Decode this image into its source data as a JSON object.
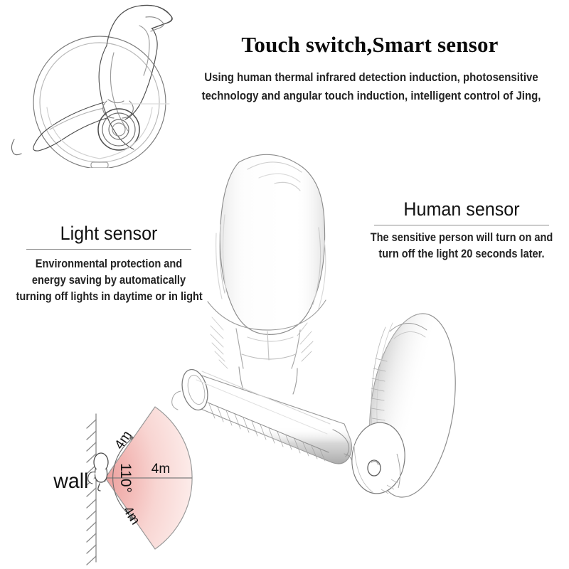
{
  "header": {
    "title": "Touch switch,Smart sensor",
    "description_lines": [
      "Using human thermal infrared detection induction, photosensitive",
      "technology and angular touch induction, intelligent control of Jing,"
    ]
  },
  "features": [
    {
      "id": "light-sensor",
      "title": "Light sensor",
      "body_lines": [
        "Environmental protection and",
        "energy saving by automatically",
        "turning off lights in daytime or in light"
      ]
    },
    {
      "id": "human-sensor",
      "title": "Human sensor",
      "body_lines": [
        "The sensitive person will turn on and",
        "turn off the light 20 seconds later."
      ]
    }
  ],
  "coverage_diagram": {
    "wall_label": "wall",
    "angle_label": "110°",
    "range_upper": "4m",
    "range_center": "4m",
    "range_lower": "4m"
  },
  "colors": {
    "cone_apex": "#f0aaa8",
    "cone_outer": "#fbe4e2",
    "cone_stroke": "#8a8a8a",
    "sketch_line": "#4a4a4a",
    "sketch_shade": "#c9c9c9",
    "rule": "#8d8d8d",
    "text": "#232323",
    "title": "#0a0a0a"
  },
  "illustrations": [
    {
      "id": "bird-lamp-top-view",
      "label": "bird lamp line drawing on round wall mount"
    },
    {
      "id": "bird-lamp-main-sketch",
      "label": "pencil sketch of bird night light on cylindrical base"
    },
    {
      "id": "wall-mount-disc-sketch",
      "label": "pencil sketch of oval wall mount plate with round magnet"
    }
  ]
}
